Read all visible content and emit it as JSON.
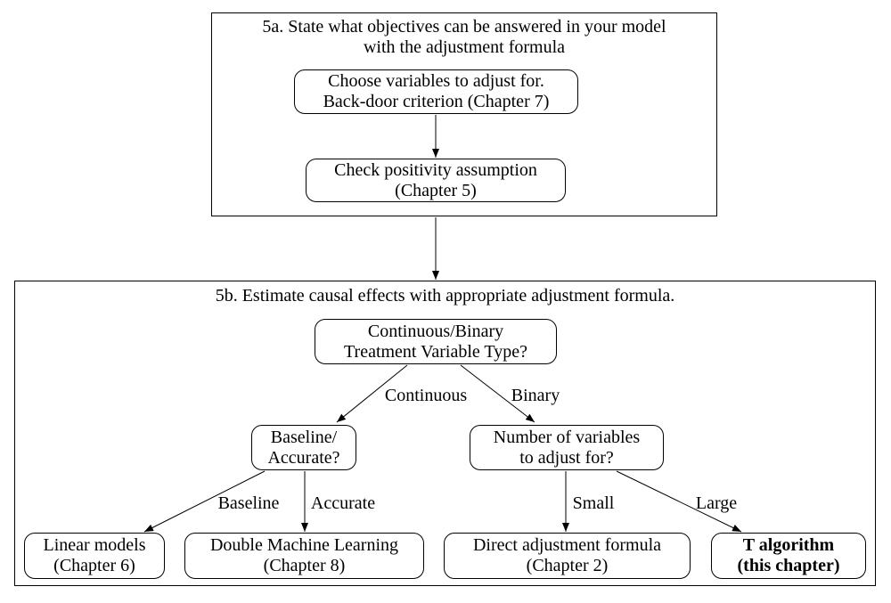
{
  "diagram": {
    "colors": {
      "line": "#000000",
      "background": "#ffffff",
      "text": "#000000"
    },
    "cluster_5a": {
      "title_line1": "5a. State what objectives can be answered in your model",
      "title_line2": "with the adjustment formula",
      "nodes": {
        "choose_variables": {
          "line1": "Choose variables to adjust for.",
          "line2": "Back-door criterion (Chapter 7)"
        },
        "check_positivity": {
          "line1": "Check positivity assumption",
          "line2": "(Chapter 5)"
        }
      }
    },
    "cluster_5b": {
      "title": "5b. Estimate causal effects with appropriate adjustment formula.",
      "nodes": {
        "treatment_type": {
          "line1": "Continuous/Binary",
          "line2": "Treatment Variable Type?"
        },
        "baseline_accurate": {
          "line1": "Baseline/",
          "line2": "Accurate?"
        },
        "number_of_variables": {
          "line1": "Number of variables",
          "line2": "to adjust for?"
        },
        "linear_models": {
          "line1": "Linear models",
          "line2": "(Chapter 6)"
        },
        "double_machine_learning": {
          "line1": "Double Machine Learning",
          "line2": "(Chapter 8)"
        },
        "direct_adjustment": {
          "line1": "Direct adjustment formula",
          "line2": "(Chapter 2)"
        },
        "t_algorithm": {
          "line1": "T algorithm",
          "line2": "(this chapter)"
        }
      },
      "edge_labels": {
        "continuous": "Continuous",
        "binary": "Binary",
        "baseline": "Baseline",
        "accurate": "Accurate",
        "small": "Small",
        "large": "Large"
      }
    }
  }
}
